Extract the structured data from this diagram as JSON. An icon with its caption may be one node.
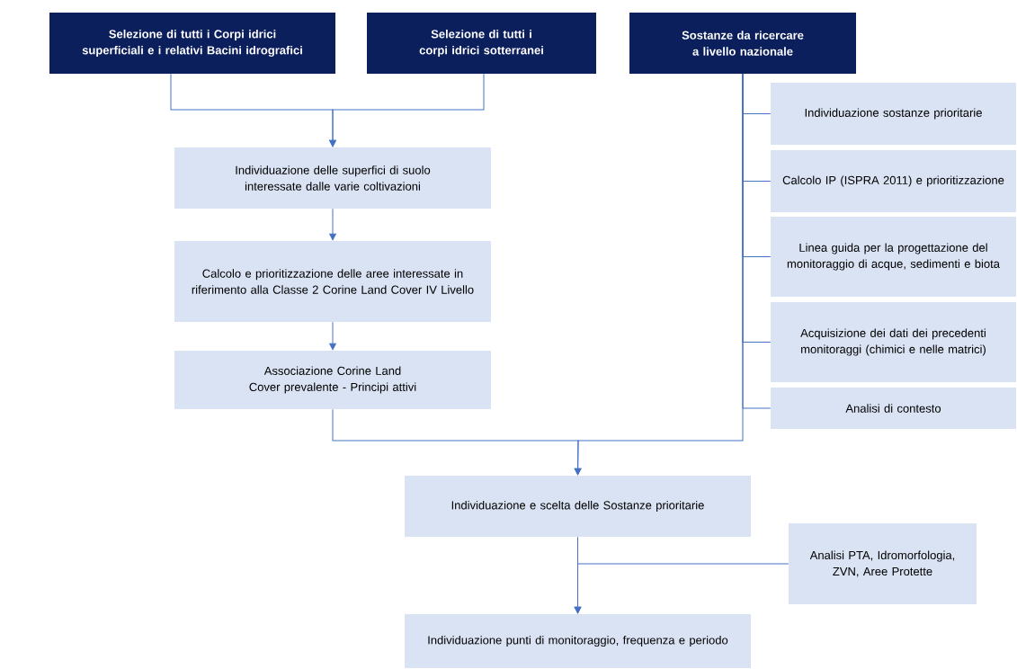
{
  "diagram": {
    "nodes": [
      {
        "text": [
          "Selezione di tutti i Corpi idrici superficiali e i relativi Bacini idrografici"
        ]
      },
      {
        "text": [
          "Selezione di tutti i corpi idrici sotterranei"
        ]
      },
      {
        "text": [
          "Sostanze da ricercare a livello nazionale"
        ]
      },
      {
        "text": [
          "Individuazione delle superfici di suolo interessate dalle varie coltivazioni"
        ]
      },
      {
        "text": [
          "Calcolo e prioritizzazione delle aree interessate in riferimento alla Classe 2 Corine Land Cover IV Livello"
        ]
      },
      {
        "text": [
          "Associazione Corine Land Cover prevalente - Principi attivi"
        ]
      },
      {
        "text": [
          "Individuazione sostanze prioritarie"
        ]
      },
      {
        "text": [
          "Calcolo IP (ISPRA 2011) e prioritizzazione"
        ]
      },
      {
        "text": [
          "Linea guida per la progettazione del monitoraggio di acque, sedimenti e biota"
        ]
      },
      {
        "text": [
          "Acquisizione dei dati dei precedenti monitoraggi (chimici e nelle matrici)"
        ]
      },
      {
        "text": [
          "Analisi di contesto"
        ]
      },
      {
        "text": [
          "Individuazione e scelta delle Sostanze prioritarie"
        ]
      },
      {
        "text": [
          "Analisi PTA, Idromorfologia, ZVN, Aree Protette"
        ]
      },
      {
        "text": [
          "Individuazione punti di monitoraggio, frequenza e periodo"
        ]
      }
    ],
    "edges": [
      {
        "from": 0,
        "to": 3,
        "arrow": "to"
      },
      {
        "from": 1,
        "to": 3,
        "arrow": "to"
      },
      {
        "from": 3,
        "to": 4,
        "arrow": "to"
      },
      {
        "from": 4,
        "to": 5,
        "arrow": "to"
      },
      {
        "from": 2,
        "to": 6,
        "arrow": "none"
      },
      {
        "from": 2,
        "to": 7,
        "arrow": "none"
      },
      {
        "from": 2,
        "to": 8,
        "arrow": "none"
      },
      {
        "from": 2,
        "to": 9,
        "arrow": "none"
      },
      {
        "from": 2,
        "to": 10,
        "arrow": "none"
      },
      {
        "from": 5,
        "to": 11,
        "arrow": "to"
      },
      {
        "from": 2,
        "to": 11,
        "arrow": "to"
      },
      {
        "from": 11,
        "to": 13,
        "arrow": "to"
      },
      {
        "from": 12,
        "to": 13,
        "arrow": "to"
      }
    ]
  }
}
